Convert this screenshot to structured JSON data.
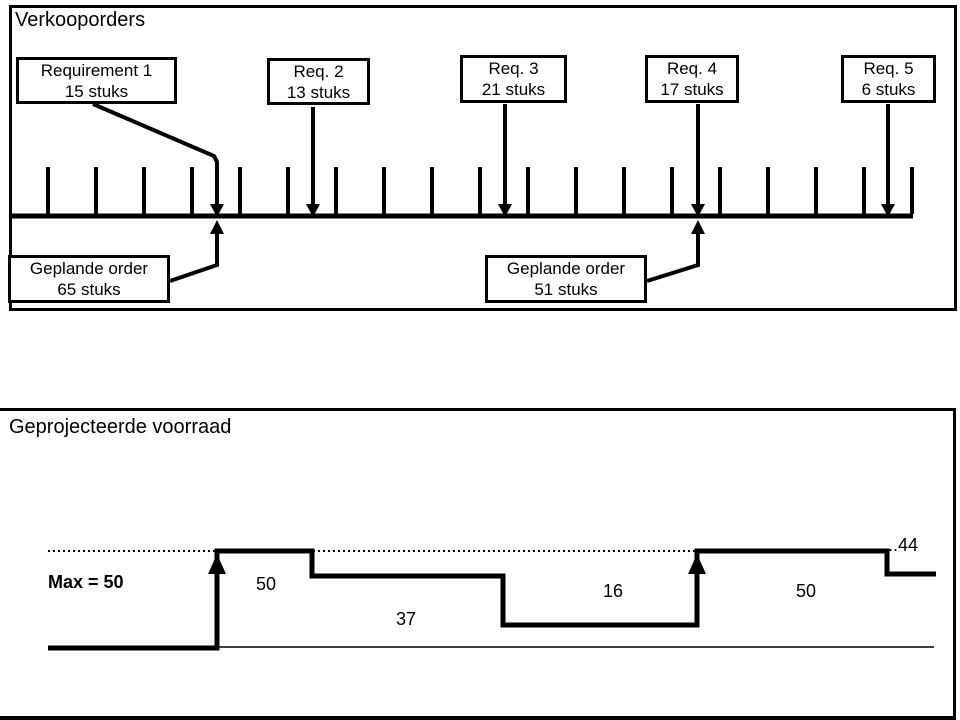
{
  "top_panel": {
    "title": "Verkooporders",
    "requirements": [
      {
        "name": "Requirement 1",
        "qty": "15 stuks"
      },
      {
        "name": "Req. 2",
        "qty": "13 stuks"
      },
      {
        "name": "Req. 3",
        "qty": "21 stuks"
      },
      {
        "name": "Req. 4",
        "qty": "17 stuks"
      },
      {
        "name": "Req. 5",
        "qty": "6 stuks"
      }
    ],
    "planned_orders": [
      {
        "name": "Geplande order",
        "qty": "65 stuks"
      },
      {
        "name": "Geplande order",
        "qty": "51 stuks"
      }
    ]
  },
  "bottom_panel": {
    "title": "Geprojecteerde voorraad",
    "max_label": "Max = 50",
    "level_labels": [
      "50",
      "37",
      "16",
      "50",
      "..44"
    ]
  },
  "chart_data": {
    "type": "line",
    "style": "step",
    "title": "Geprojecteerde voorraad",
    "max_level": 50,
    "levels": [
      50,
      37,
      16,
      50,
      44
    ],
    "level_annotations": [
      "50",
      "37",
      "16",
      "50",
      "44"
    ],
    "max_line": {
      "label": "Max = 50",
      "value": 50,
      "style": "dotted"
    },
    "replenishment_arrows": 2
  }
}
